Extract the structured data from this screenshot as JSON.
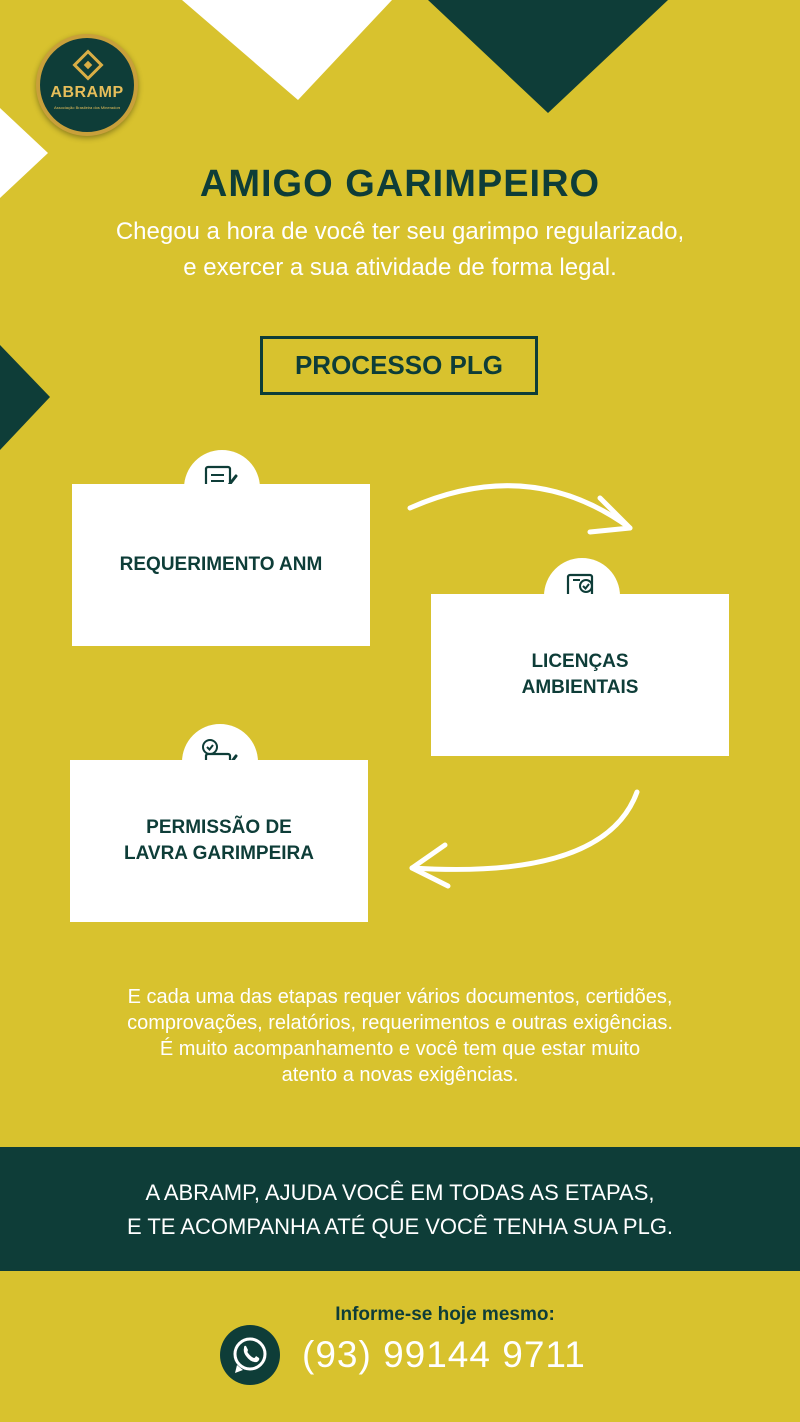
{
  "logo": {
    "name": "ABRAMP",
    "tagline": "Associação Brasileira dos Mineradores"
  },
  "header": {
    "title": "AMIGO GARIMPEIRO",
    "subtitle_line1": "Chegou a hora de você ter seu garimpo regularizado,",
    "subtitle_line2": "e exercer a sua atividade de forma legal."
  },
  "process": {
    "label": "PROCESSO PLG",
    "steps": [
      {
        "line1": "REQUERIMENTO ANM",
        "icon": "document-edit-icon"
      },
      {
        "line1": "LICENÇAS",
        "line2": "AMBIENTAIS",
        "icon": "approved-document-icon"
      },
      {
        "line1": "PERMISSÃO DE",
        "line2": "LAVRA GARIMPEIRA",
        "icon": "checklist-icon"
      }
    ]
  },
  "info": {
    "line1": "E cada uma das etapas requer vários documentos, certidões,",
    "line2": "comprovações, relatórios, requerimentos  e outras exigências.",
    "line3": "É muito acompanhamento e você tem que estar muito",
    "line4": "atento a novas exigências."
  },
  "banner": {
    "line1": "A ABRAMP, AJUDA VOCÊ EM TODAS AS ETAPAS,",
    "line2": "E TE ACOMPANHA ATÉ QUE VOCÊ TENHA SUA PLG."
  },
  "contact": {
    "prompt": "Informe-se hoje mesmo:",
    "phone": "(93) 99144 9711",
    "icon": "whatsapp-icon"
  },
  "colors": {
    "background": "#D8C22E",
    "dark": "#0E3D38",
    "gold": "#C9A03A",
    "white": "#FFFFFF"
  }
}
